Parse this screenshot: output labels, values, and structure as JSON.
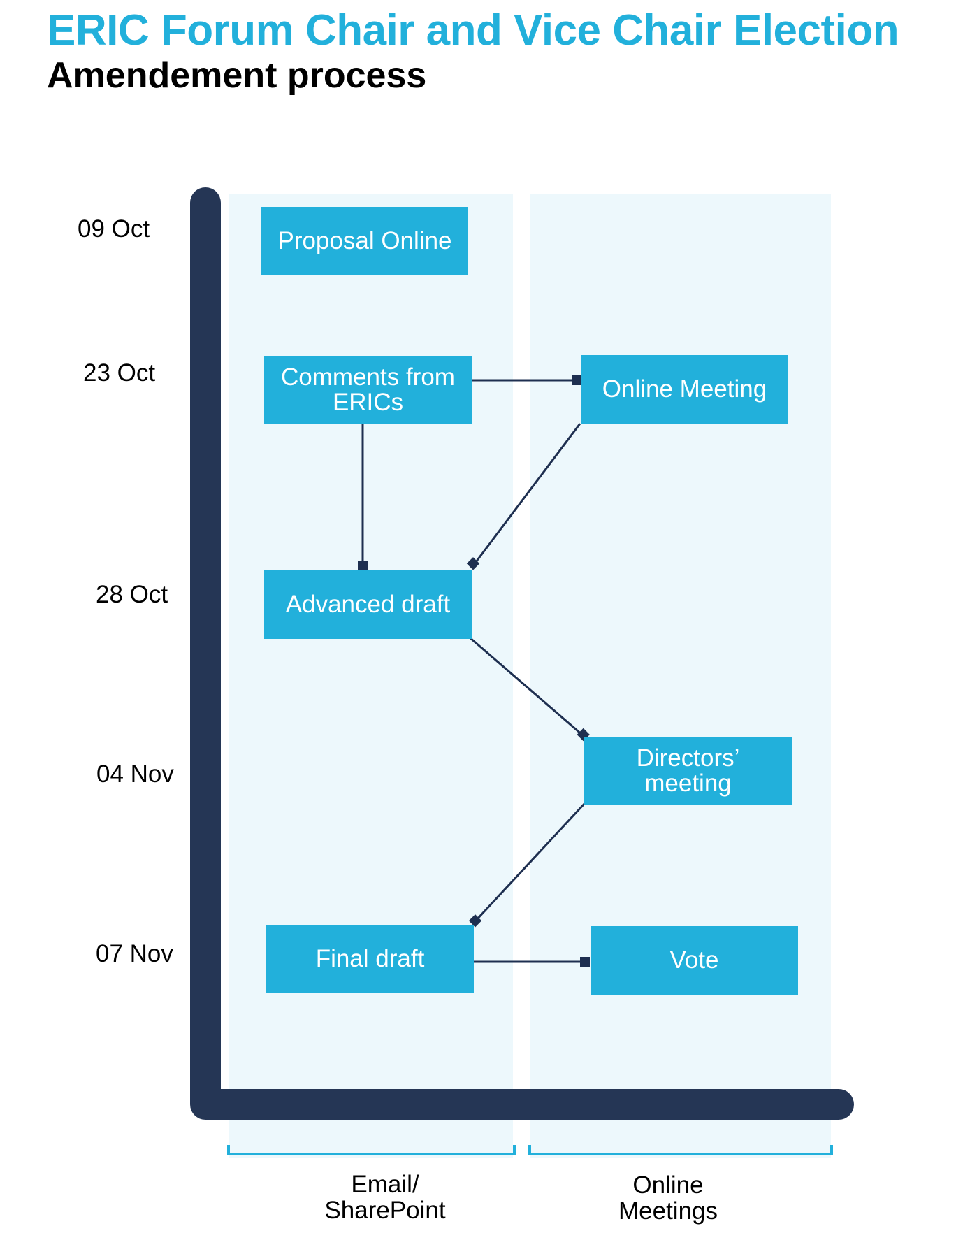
{
  "title": "ERIC Forum Chair and Vice Chair Election",
  "subtitle": "Amendement process",
  "dates": [
    "09 Oct",
    "23 Oct",
    "28 Oct",
    "04 Nov",
    "07 Nov"
  ],
  "boxes": {
    "proposal_online": "Proposal Online",
    "comments_from_erics": "Comments from ERICs",
    "online_meeting": "Online Meeting",
    "advanced_draft": "Advanced draft",
    "directors_meeting": "Directors’ meeting",
    "final_draft": "Final draft",
    "vote": "Vote"
  },
  "lanes": {
    "email_sharepoint": "Email/\nSharePoint",
    "online_meetings": "Online\nMeetings"
  },
  "colors": {
    "accent": "#22b0db",
    "axis": "#1e2f50",
    "lane_fill": "#edf8fc",
    "text": "#000000"
  }
}
